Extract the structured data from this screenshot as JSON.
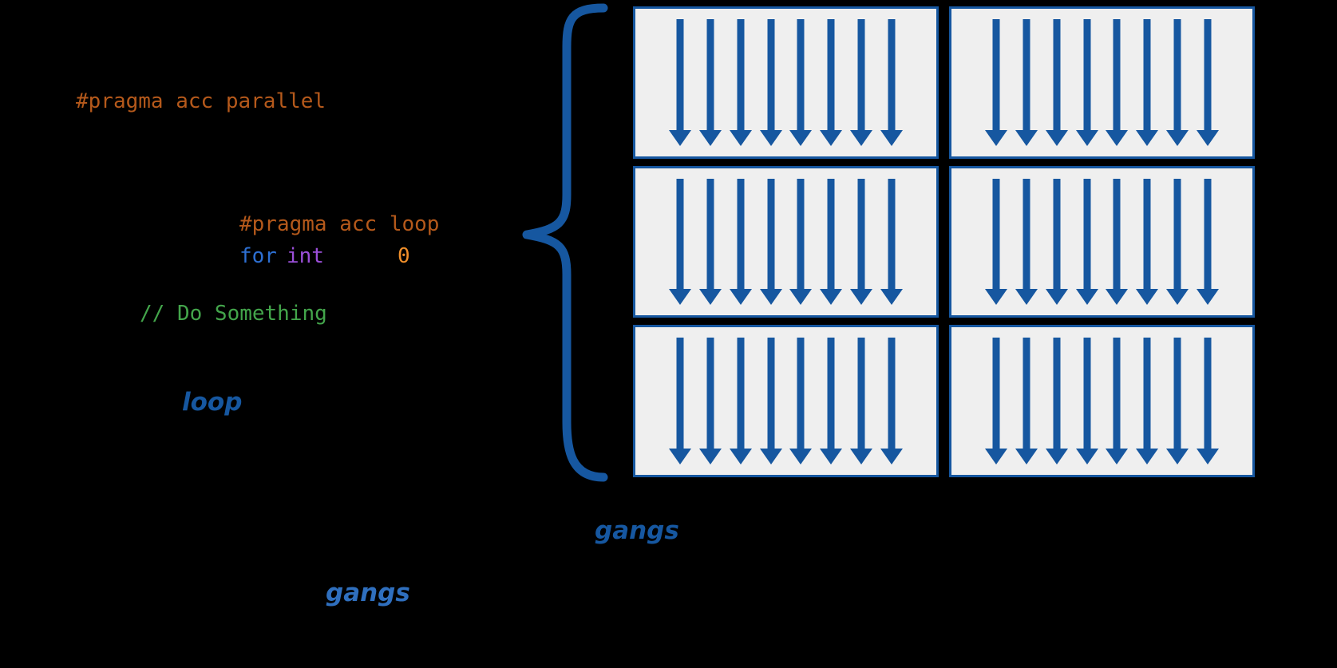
{
  "canvas": {
    "background": "#000000"
  },
  "code": {
    "pragma_parallel": "#pragma acc parallel",
    "pragma_loop": "#pragma acc loop",
    "for_keyword": "for",
    "int_keyword": "int",
    "zero_literal": "0",
    "comment": "// Do Something",
    "loop_word": "loop"
  },
  "labels": {
    "gangs_upper": "gangs",
    "gangs_lower": "gangs"
  },
  "colors": {
    "pragma": "#b5591b",
    "keyword_for": "#2d6fd2",
    "keyword_int": "#9b4fd9",
    "number": "#ef8e2a",
    "comment": "#43a54b",
    "blue": "#1657a0",
    "box_fill": "#efefef",
    "gangs_lower_color": "#2f6fbe"
  },
  "grid": {
    "rows": 3,
    "cols": 2,
    "arrows_per_box": 8
  }
}
